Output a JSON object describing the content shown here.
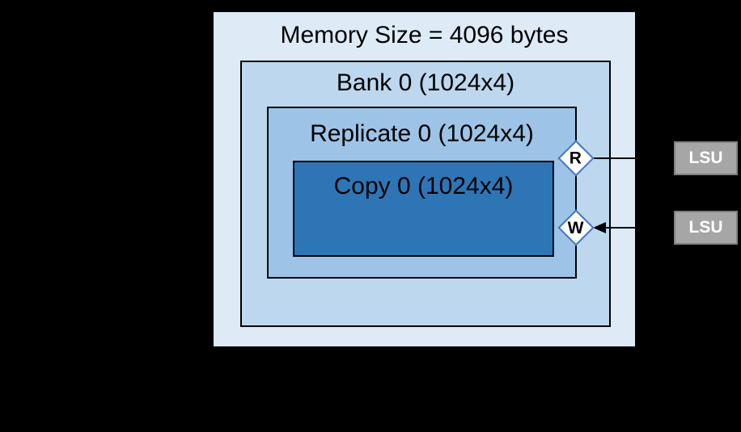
{
  "diagram": {
    "title": "Memory Size = 4096 bytes",
    "bank": {
      "label": "Bank 0 (1024x4)"
    },
    "replicate": {
      "label": "Replicate 0 (1024x4)"
    },
    "copy": {
      "label": "Copy 0 (1024x4)"
    },
    "ports": {
      "read": {
        "letter": "R"
      },
      "write": {
        "letter": "W"
      }
    },
    "lsu_read": {
      "label": "LSU"
    },
    "lsu_write": {
      "label": "LSU"
    },
    "colors": {
      "background": "#000000",
      "memory_fill": "#DEEBF7",
      "bank_fill": "#BDD7EE",
      "replicate_fill": "#9DC3E6",
      "copy_fill": "#2E75B6",
      "port_fill": "#FFFFFF",
      "port_border": "#4472C4",
      "lsu_fill": "#A6A6A6",
      "lsu_border": "#7F7F7F",
      "line": "#000000",
      "label": "#000000",
      "lsu_text": "#FFFFFF"
    }
  }
}
